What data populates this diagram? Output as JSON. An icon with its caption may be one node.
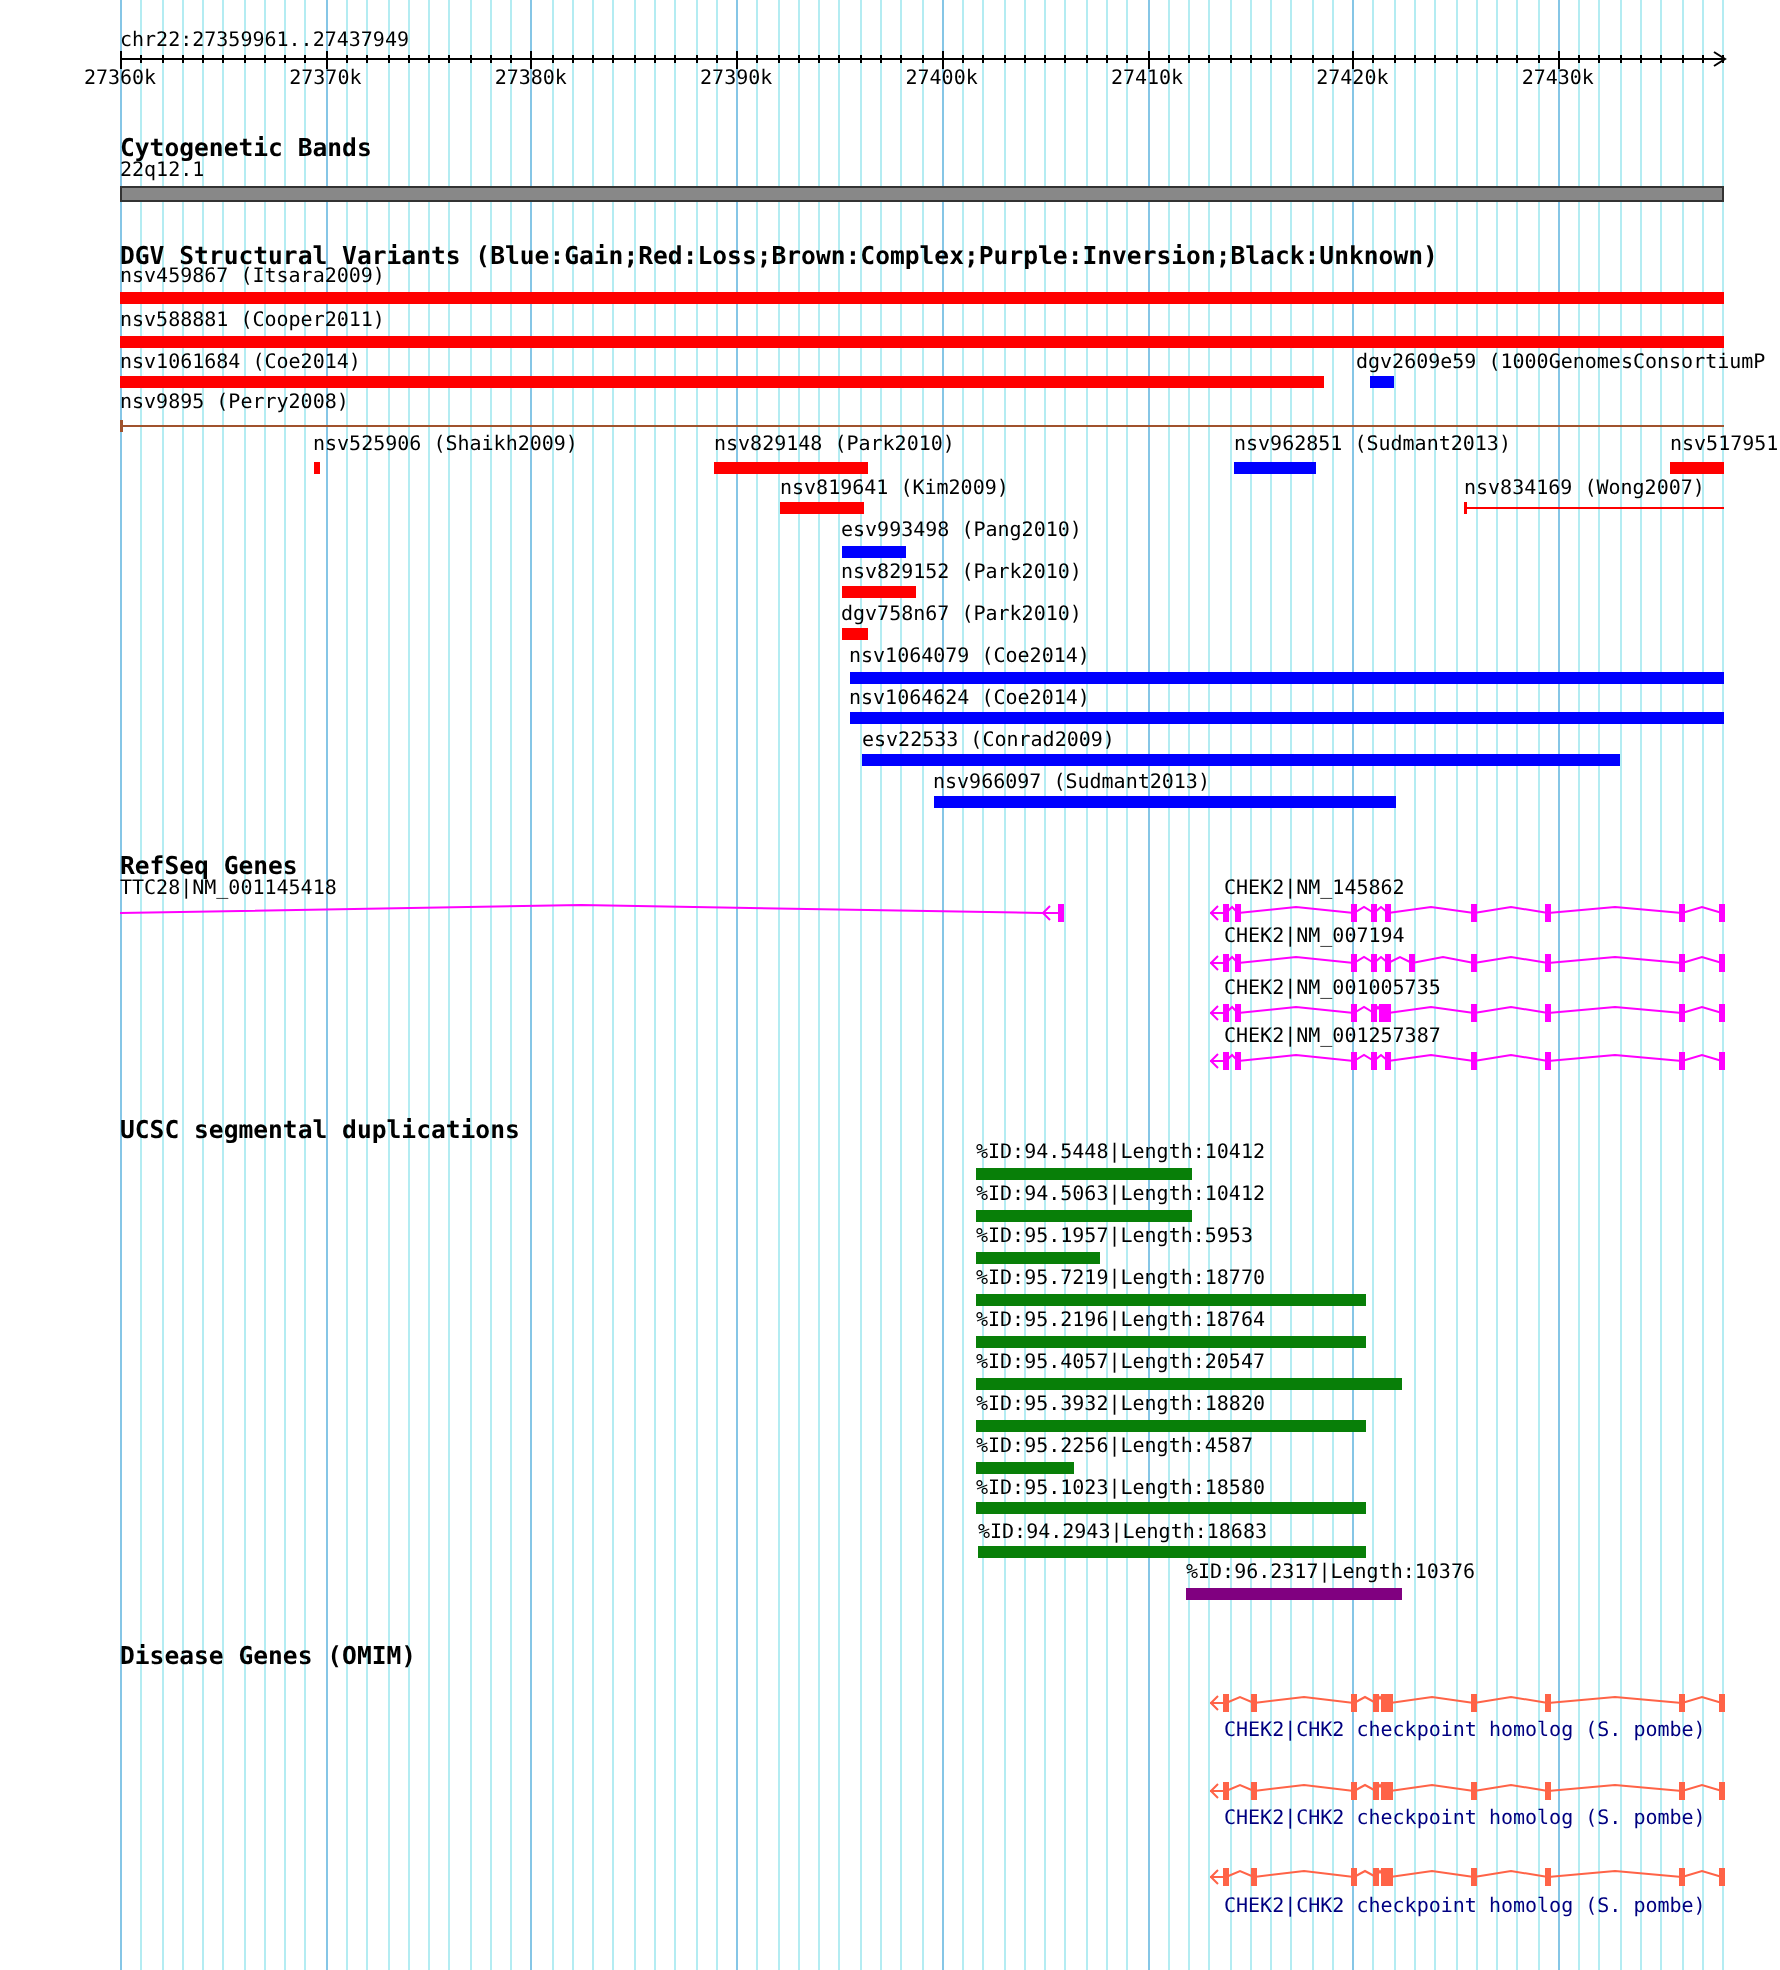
{
  "diagram": {
    "nodes": [
      {
        "text": [
          "Cytogenetic Bands"
        ]
      },
      {
        "text": [
          "22q12.1"
        ],
        "in": 0
      },
      {
        "text": [
          "DGV Structural Variants (Blue:Gain;Red:Loss;Brown:Complex;Purple:Inversion;Black:Unknown)"
        ]
      },
      {
        "text": [
          "nsv459867 (Itsara2009)"
        ],
        "in": 2
      },
      {
        "text": [
          "nsv588881 (Cooper2011)"
        ],
        "in": 2
      },
      {
        "text": [
          "nsv1061684 (Coe2014)"
        ],
        "in": 2
      },
      {
        "text": [
          "dgv2609e59 (1000GenomesConsortiumP"
        ],
        "in": 2
      },
      {
        "text": [
          "nsv9895 (Perry2008)"
        ],
        "in": 2
      },
      {
        "text": [
          "nsv525906 (Shaikh2009)"
        ],
        "in": 2
      },
      {
        "text": [
          "nsv829148 (Park2010)"
        ],
        "in": 2
      },
      {
        "text": [
          "nsv962851 (Sudmant2013)"
        ],
        "in": 2
      },
      {
        "text": [
          "nsv517951"
        ],
        "in": 2
      },
      {
        "text": [
          "nsv819641 (Kim2009)"
        ],
        "in": 2
      },
      {
        "text": [
          "nsv834169 (Wong2007)"
        ],
        "in": 2
      },
      {
        "text": [
          "esv993498 (Pang2010)"
        ],
        "in": 2
      },
      {
        "text": [
          "nsv829152 (Park2010)"
        ],
        "in": 2
      },
      {
        "text": [
          "dgv758n67 (Park2010)"
        ],
        "in": 2
      },
      {
        "text": [
          "nsv1064079 (Coe2014)"
        ],
        "in": 2
      },
      {
        "text": [
          "nsv1064624 (Coe2014)"
        ],
        "in": 2
      },
      {
        "text": [
          "esv22533 (Conrad2009)"
        ],
        "in": 2
      },
      {
        "text": [
          "nsv966097 (Sudmant2013)"
        ],
        "in": 2
      },
      {
        "text": [
          "RefSeq Genes"
        ]
      },
      {
        "text": [
          "TTC28|NM_001145418"
        ],
        "in": 21
      },
      {
        "text": [
          "CHEK2|NM_145862"
        ],
        "in": 21
      },
      {
        "text": [
          "CHEK2|NM_007194"
        ],
        "in": 21
      },
      {
        "text": [
          "CHEK2|NM_001005735"
        ],
        "in": 21
      },
      {
        "text": [
          "CHEK2|NM_001257387"
        ],
        "in": 21
      },
      {
        "text": [
          "UCSC segmental duplications"
        ]
      },
      {
        "text": [
          "%ID:94.5448|Length:10412"
        ],
        "in": 27
      },
      {
        "text": [
          "%ID:94.5063|Length:10412"
        ],
        "in": 27
      },
      {
        "text": [
          "%ID:95.1957|Length:5953"
        ],
        "in": 27
      },
      {
        "text": [
          "%ID:95.7219|Length:18770"
        ],
        "in": 27
      },
      {
        "text": [
          "%ID:95.2196|Length:18764"
        ],
        "in": 27
      },
      {
        "text": [
          "%ID:95.4057|Length:20547"
        ],
        "in": 27
      },
      {
        "text": [
          "%ID:95.3932|Length:18820"
        ],
        "in": 27
      },
      {
        "text": [
          "%ID:95.2256|Length:4587"
        ],
        "in": 27
      },
      {
        "text": [
          "%ID:95.1023|Length:18580"
        ],
        "in": 27
      },
      {
        "text": [
          "%ID:94.2943|Length:18683"
        ],
        "in": 27
      },
      {
        "text": [
          "%ID:96.2317|Length:10376"
        ],
        "in": 27
      },
      {
        "text": [
          "Disease Genes (OMIM)"
        ]
      },
      {
        "text": [
          "CHEK2|CHK2 checkpoint homolog (S. pombe)"
        ],
        "in": 39
      },
      {
        "text": [
          "CHEK2|CHK2 checkpoint homolog (S. pombe)"
        ],
        "in": 39
      },
      {
        "text": [
          "CHEK2|CHK2 checkpoint homolog (S. pombe)"
        ],
        "in": 39
      }
    ],
    "labels": [
      "chr22:27359961..27437949",
      "27360k",
      "27370k",
      "27380k",
      "27390k",
      "27400k",
      "27410k",
      "27420k",
      "27430k"
    ]
  }
}
